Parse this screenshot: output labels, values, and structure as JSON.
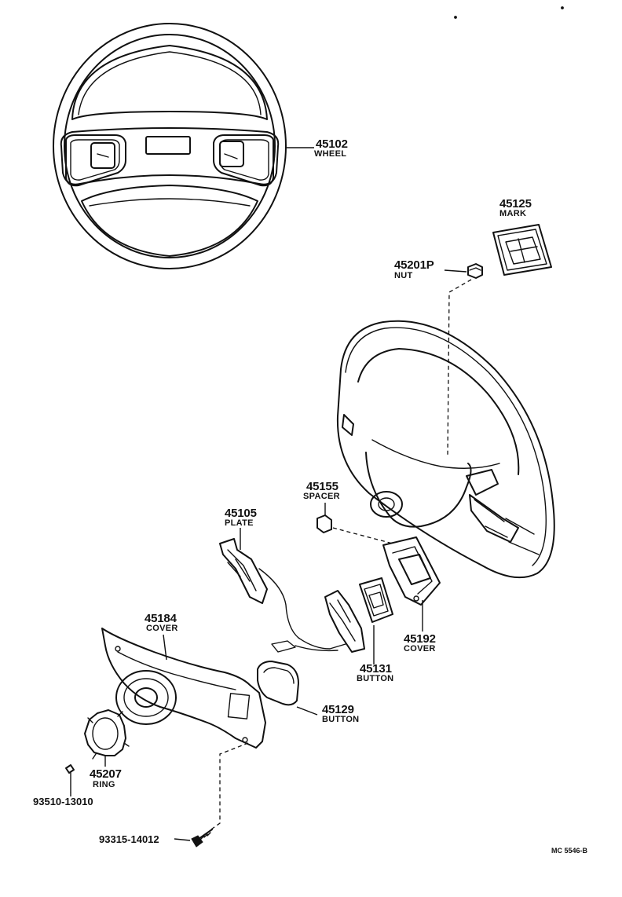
{
  "parts": {
    "wheel": {
      "num": "45102",
      "name": "WHEEL"
    },
    "mark": {
      "num": "45125",
      "name": "MARK"
    },
    "nut": {
      "num": "45201P",
      "name": "NUT"
    },
    "spacer": {
      "num": "45155",
      "name": "SPACER"
    },
    "plate": {
      "num": "45105",
      "name": "PLATE"
    },
    "cover_a": {
      "num": "45184",
      "name": "COVER"
    },
    "cover_b": {
      "num": "45192",
      "name": "COVER"
    },
    "button_a": {
      "num": "45131",
      "name": "BUTTON"
    },
    "button_b": {
      "num": "45129",
      "name": "BUTTON"
    },
    "ring": {
      "num": "45207",
      "name": "RING"
    }
  },
  "screws": {
    "screw_a": "93510-13010",
    "screw_b": "93315-14012"
  },
  "drawing_ref": "MC 5546-B"
}
